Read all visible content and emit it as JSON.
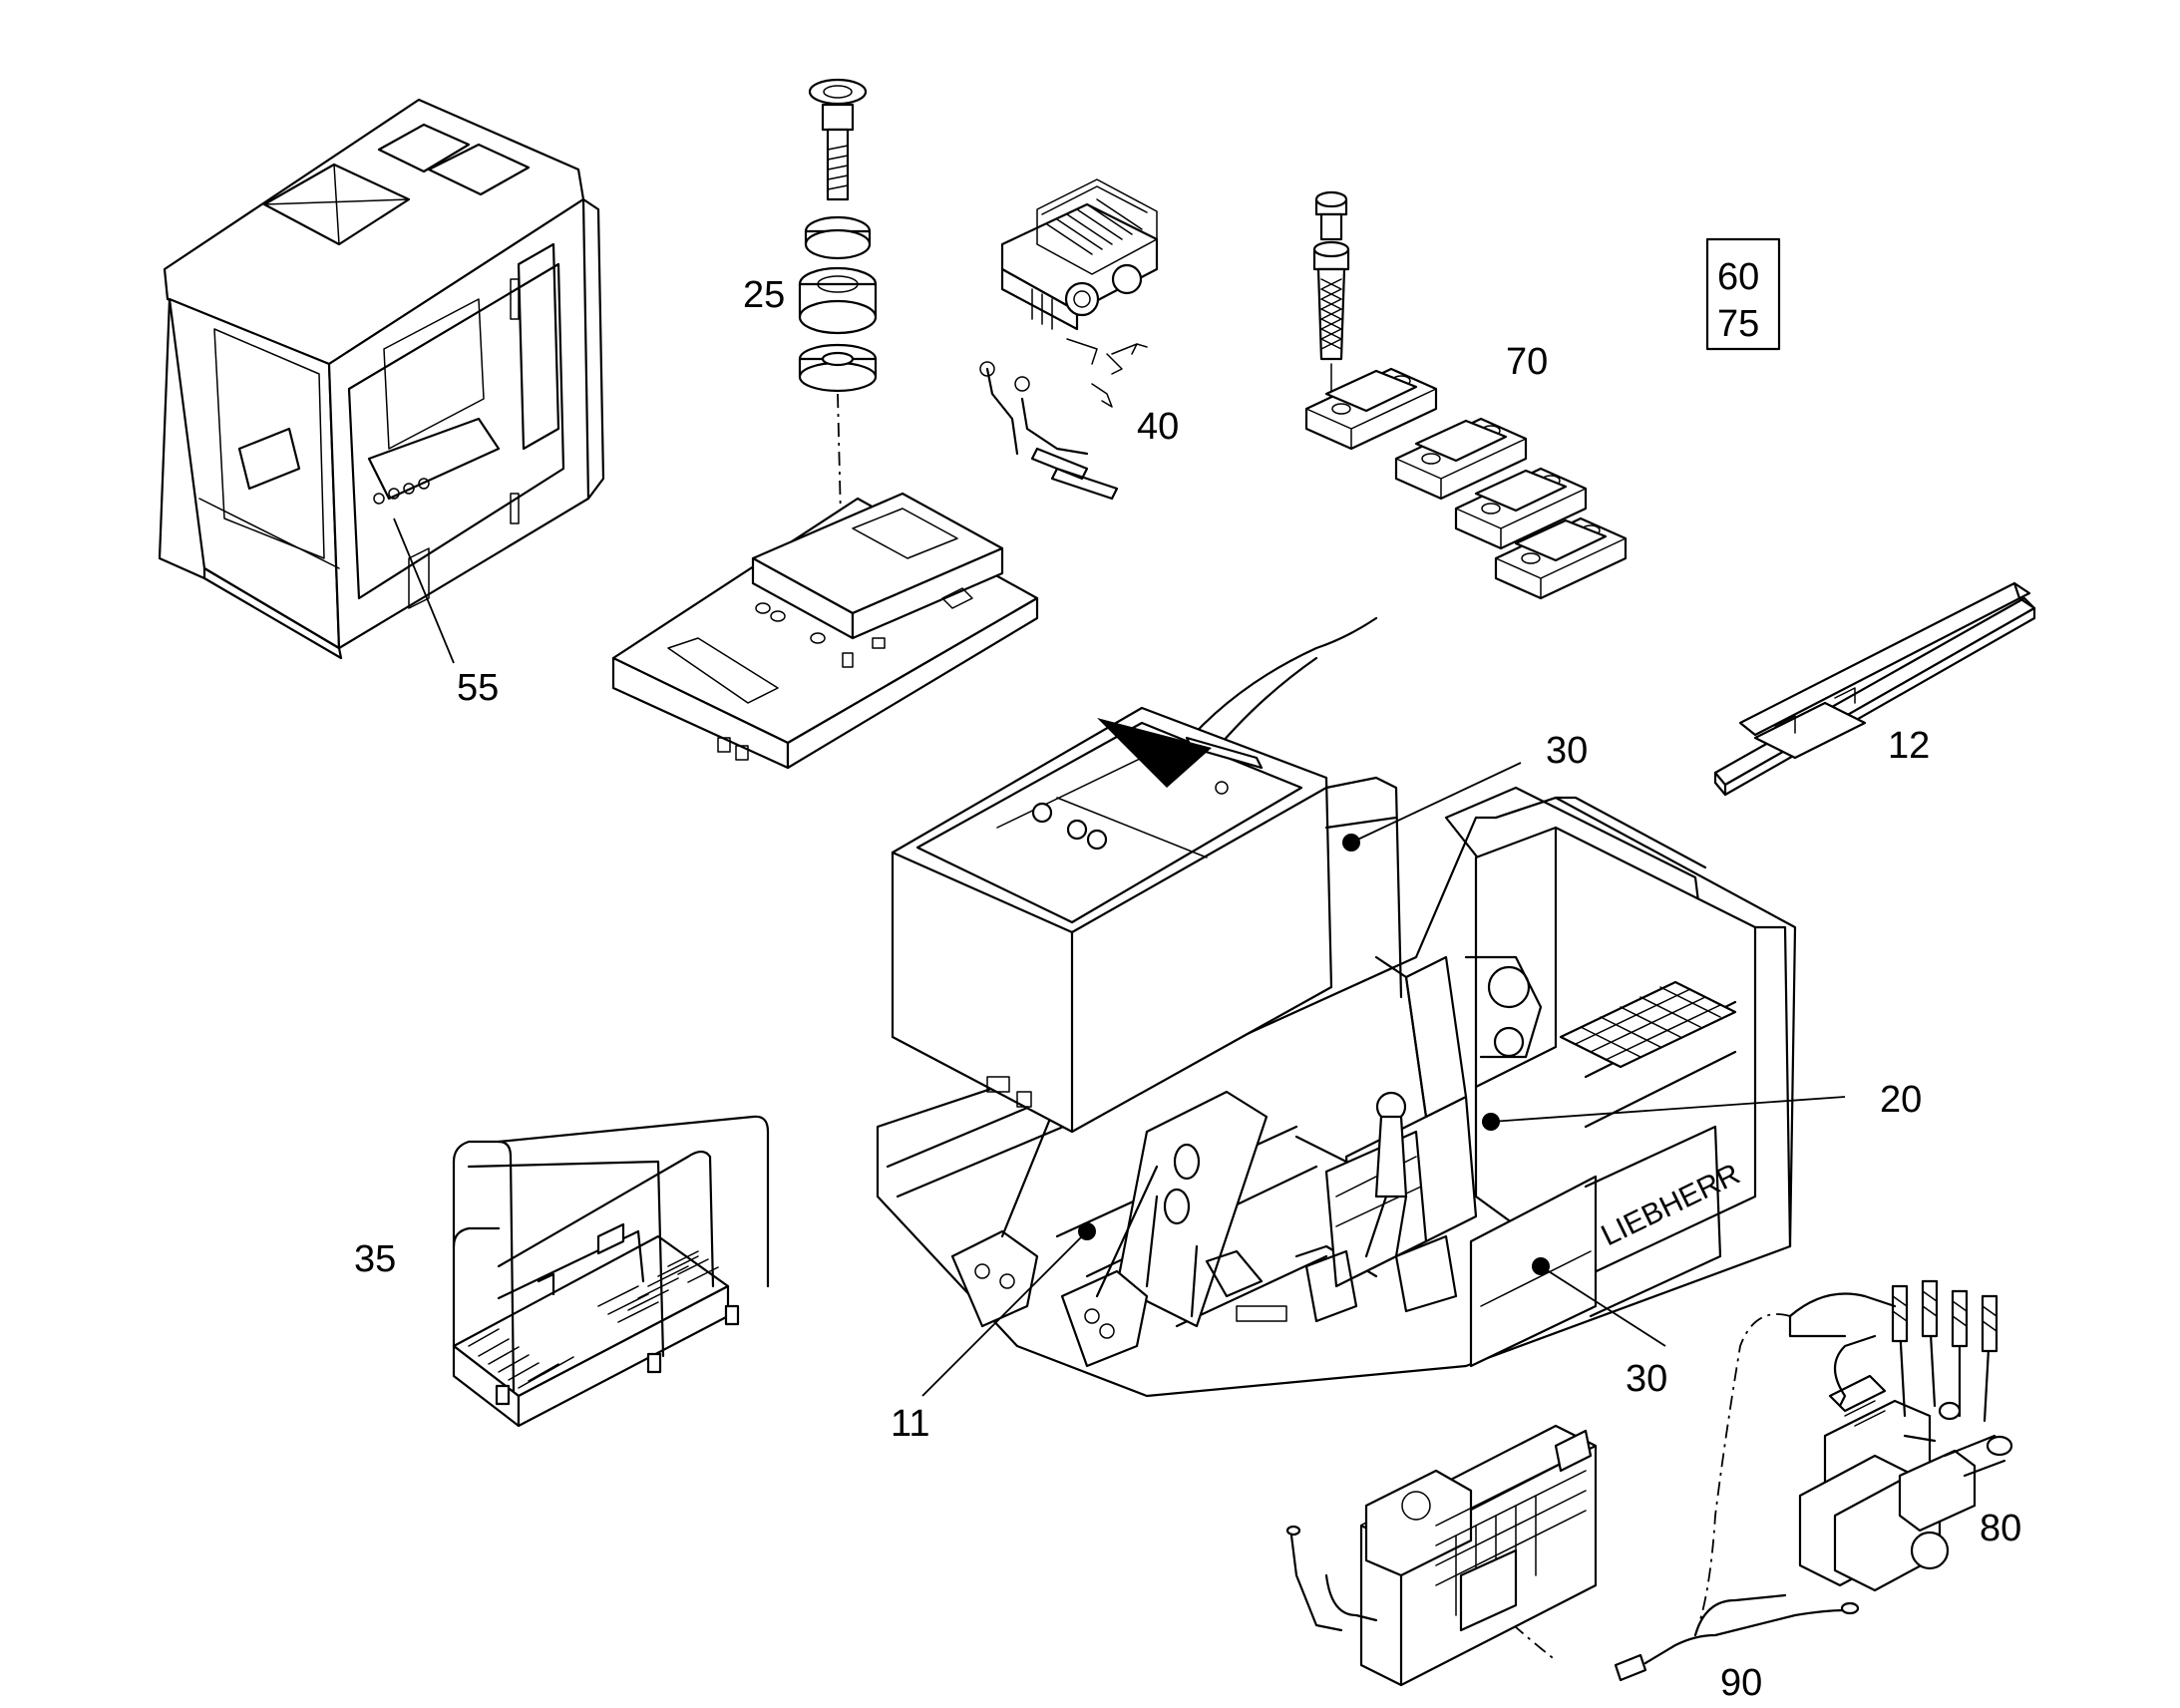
{
  "callouts": [
    {
      "id": "11",
      "label": "11"
    },
    {
      "id": "12",
      "label": "12"
    },
    {
      "id": "20",
      "label": "20"
    },
    {
      "id": "25",
      "label": "25"
    },
    {
      "id": "30a",
      "label": "30"
    },
    {
      "id": "30b",
      "label": "30"
    },
    {
      "id": "35",
      "label": "35"
    },
    {
      "id": "40",
      "label": "40"
    },
    {
      "id": "55",
      "label": "55"
    },
    {
      "id": "70",
      "label": "70"
    },
    {
      "id": "80",
      "label": "80"
    },
    {
      "id": "90",
      "label": "90"
    }
  ],
  "boxed_refs": [
    "60",
    "75"
  ],
  "brand_text": "LIEBHERR"
}
